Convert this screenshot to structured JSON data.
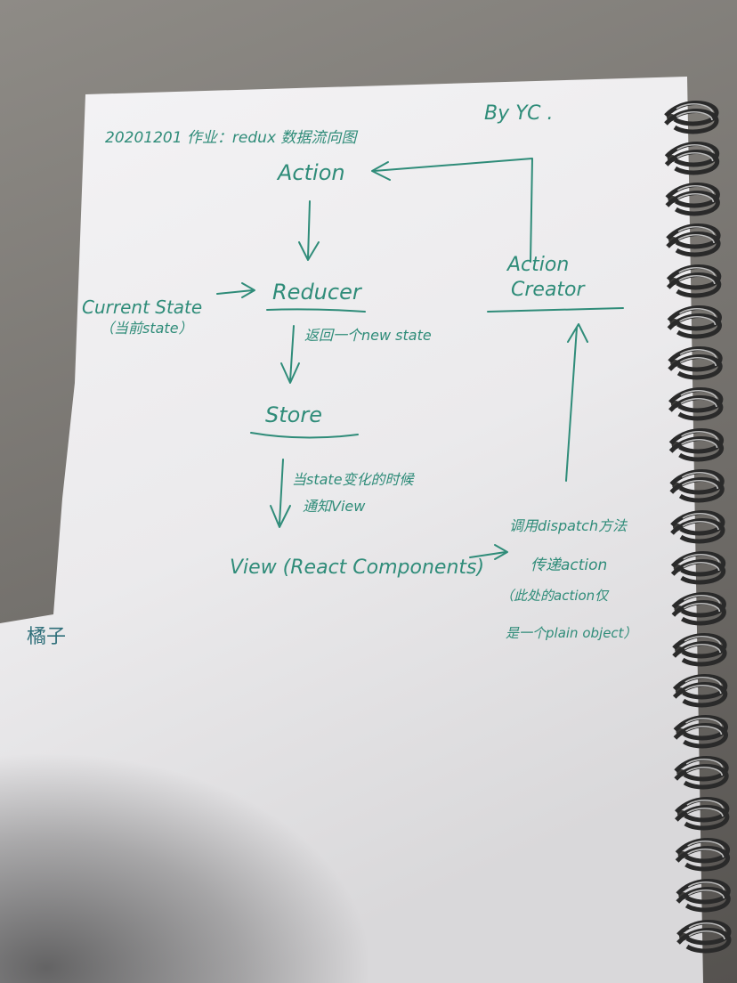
{
  "header": {
    "title": "20201201 作业：redux 数据流向图",
    "author": "By YC ."
  },
  "nodes": {
    "action": "Action",
    "reducer": "Reducer",
    "current_state": "Current State",
    "current_state_note": "（当前state）",
    "store": "Store",
    "view": "View (React Components)",
    "action_creator_line1": "Action",
    "action_creator_line2": "Creator"
  },
  "edges": {
    "reducer_to_store_label": "返回一个new state",
    "store_to_view_label_line1": "当state变化的时候",
    "store_to_view_label_line2": "通知View",
    "dispatch_line1": "调用dispatch方法",
    "dispatch_line2": "传递action",
    "note_line1": "（此处的action仅",
    "note_line2": "是一个plain object）"
  },
  "signature": "橘子",
  "colors": {
    "ink": "#2f8c79",
    "paper": "#f3f2f3",
    "table": "#7d7a76"
  }
}
